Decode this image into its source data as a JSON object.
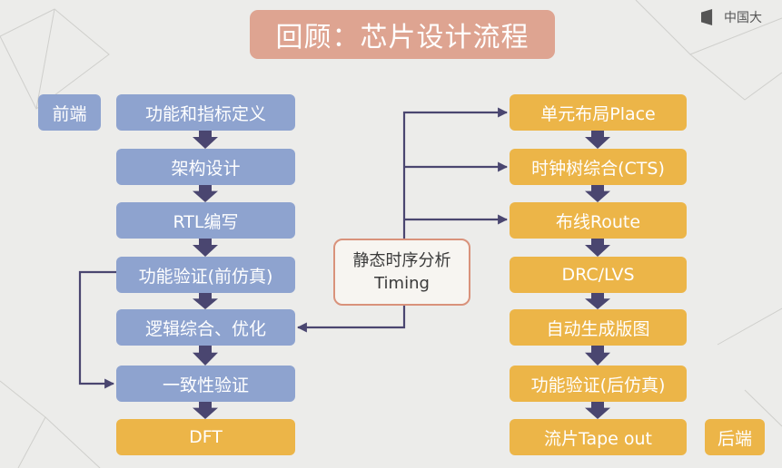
{
  "title": "回顾：芯片设计流程",
  "logo": "中国大",
  "frontend": {
    "label": "前端",
    "steps": [
      "功能和指标定义",
      "架构设计",
      "RTL编写",
      "功能验证(前仿真)",
      "逻辑综合、优化",
      "一致性验证",
      "DFT"
    ]
  },
  "backend": {
    "label": "后端",
    "steps": [
      "单元布局Place",
      "时钟树综合(CTS)",
      "布线Route",
      "DRC/LVS",
      "自动生成版图",
      "功能验证(后仿真)",
      "流片Tape out"
    ]
  },
  "sta": {
    "line1": "静态时序分析",
    "line2": "Timing"
  },
  "colors": {
    "frontend": "#8ea3cf",
    "backend": "#ecb548",
    "title": "#dea491",
    "arrow": "#4a4670"
  }
}
